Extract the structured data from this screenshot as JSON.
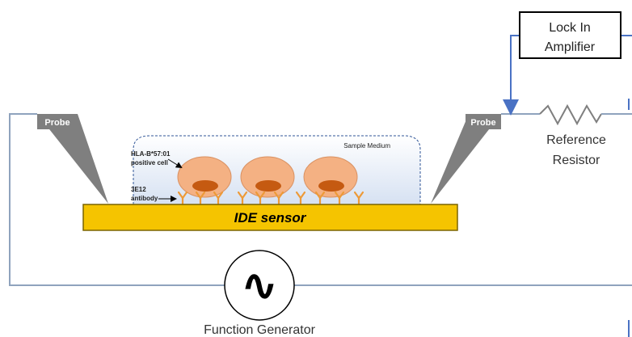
{
  "labels": {
    "lock_in_line1": "Lock In",
    "lock_in_line2": "Amplifier",
    "probe_left": "Probe",
    "probe_right": "Probe",
    "sample_medium": "Sample Medium",
    "cell_label_line1": "HLA-B*57:01",
    "cell_label_line2": "positive cell",
    "antibody_label_line1": "3E12",
    "antibody_label_line2": "antibody",
    "sensor": "IDE sensor",
    "resistor_line1": "Reference",
    "resistor_line2": "Resistor",
    "generator": "Function Generator",
    "generator_symbol": "∿"
  },
  "colors": {
    "wire": "#8fa3bd",
    "lockin_wire": "#4a72c4",
    "probe": "#7f7f7f",
    "sensor_fill": "#f5c400",
    "sensor_stroke": "#7a6400",
    "cell_fill": "#f4b183",
    "nucleus_fill": "#c55a11",
    "antibody": "#ed9a38",
    "medium_stroke": "#2f5597",
    "resistor": "#7f7f7f"
  }
}
